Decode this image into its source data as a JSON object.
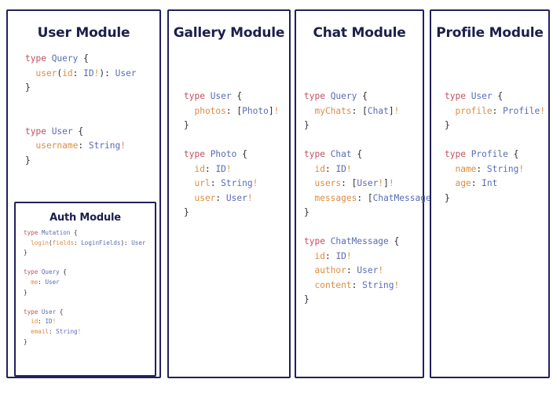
{
  "canvas": {
    "background_color": "#ffffff",
    "border_color": "#22215b",
    "title_color": "#1b1f4b"
  },
  "syntax_colors": {
    "keyword": "#c0505f",
    "type": "#5a6bb5",
    "field": "#dd8c42",
    "punctuation": "#2b2b3a"
  },
  "modules": {
    "user": {
      "title": "User Module",
      "code_lines": [
        [
          {
            "t": "type ",
            "c": "kw"
          },
          {
            "t": "Query",
            "c": "type"
          },
          {
            "t": " {",
            "c": "punc"
          }
        ],
        [
          {
            "t": "  user",
            "c": "field"
          },
          {
            "t": "(",
            "c": "punc"
          },
          {
            "t": "id",
            "c": "field"
          },
          {
            "t": ": ",
            "c": "punc"
          },
          {
            "t": "ID",
            "c": "type"
          },
          {
            "t": "!",
            "c": "bang"
          },
          {
            "t": "): ",
            "c": "punc"
          },
          {
            "t": "User",
            "c": "type"
          }
        ],
        [
          {
            "t": "}",
            "c": "punc"
          }
        ],
        [
          {
            "t": "",
            "c": "punc"
          }
        ],
        [
          {
            "t": "",
            "c": "punc"
          }
        ],
        [
          {
            "t": "type ",
            "c": "kw"
          },
          {
            "t": "User",
            "c": "type"
          },
          {
            "t": " {",
            "c": "punc"
          }
        ],
        [
          {
            "t": "  username",
            "c": "field"
          },
          {
            "t": ": ",
            "c": "punc"
          },
          {
            "t": "String",
            "c": "type"
          },
          {
            "t": "!",
            "c": "bang"
          }
        ],
        [
          {
            "t": "}",
            "c": "punc"
          }
        ]
      ]
    },
    "auth": {
      "title": "Auth Module",
      "code_lines": [
        [
          {
            "t": "type ",
            "c": "kw"
          },
          {
            "t": "Mutation",
            "c": "type"
          },
          {
            "t": " {",
            "c": "punc"
          }
        ],
        [
          {
            "t": "  login",
            "c": "field"
          },
          {
            "t": "(",
            "c": "punc"
          },
          {
            "t": "fields",
            "c": "field"
          },
          {
            "t": ": ",
            "c": "punc"
          },
          {
            "t": "LoginFields",
            "c": "type"
          },
          {
            "t": "): ",
            "c": "punc"
          },
          {
            "t": "User",
            "c": "type"
          }
        ],
        [
          {
            "t": "}",
            "c": "punc"
          }
        ],
        [
          {
            "t": "",
            "c": "punc"
          }
        ],
        [
          {
            "t": "type ",
            "c": "kw"
          },
          {
            "t": "Query",
            "c": "type"
          },
          {
            "t": " {",
            "c": "punc"
          }
        ],
        [
          {
            "t": "  me",
            "c": "field"
          },
          {
            "t": ": ",
            "c": "punc"
          },
          {
            "t": "User",
            "c": "type"
          }
        ],
        [
          {
            "t": "}",
            "c": "punc"
          }
        ],
        [
          {
            "t": "",
            "c": "punc"
          }
        ],
        [
          {
            "t": "type ",
            "c": "kw"
          },
          {
            "t": "User",
            "c": "type"
          },
          {
            "t": " {",
            "c": "punc"
          }
        ],
        [
          {
            "t": "  id",
            "c": "field"
          },
          {
            "t": ": ",
            "c": "punc"
          },
          {
            "t": "ID",
            "c": "type"
          },
          {
            "t": "!",
            "c": "bang"
          }
        ],
        [
          {
            "t": "  email",
            "c": "field"
          },
          {
            "t": ": ",
            "c": "punc"
          },
          {
            "t": "String",
            "c": "type"
          },
          {
            "t": "!",
            "c": "bang"
          }
        ],
        [
          {
            "t": "}",
            "c": "punc"
          }
        ]
      ]
    },
    "gallery": {
      "title": "Gallery Module",
      "code_lines": [
        [
          {
            "t": "type ",
            "c": "kw"
          },
          {
            "t": "User",
            "c": "type"
          },
          {
            "t": " {",
            "c": "punc"
          }
        ],
        [
          {
            "t": "  photos",
            "c": "field"
          },
          {
            "t": ": ",
            "c": "punc"
          },
          {
            "t": "[",
            "c": "punc"
          },
          {
            "t": "Photo",
            "c": "type"
          },
          {
            "t": "]",
            "c": "punc"
          },
          {
            "t": "!",
            "c": "bang"
          }
        ],
        [
          {
            "t": "}",
            "c": "punc"
          }
        ],
        [
          {
            "t": "",
            "c": "punc"
          }
        ],
        [
          {
            "t": "type ",
            "c": "kw"
          },
          {
            "t": "Photo",
            "c": "type"
          },
          {
            "t": " {",
            "c": "punc"
          }
        ],
        [
          {
            "t": "  id",
            "c": "field"
          },
          {
            "t": ": ",
            "c": "punc"
          },
          {
            "t": "ID",
            "c": "type"
          },
          {
            "t": "!",
            "c": "bang"
          }
        ],
        [
          {
            "t": "  url",
            "c": "field"
          },
          {
            "t": ": ",
            "c": "punc"
          },
          {
            "t": "String",
            "c": "type"
          },
          {
            "t": "!",
            "c": "bang"
          }
        ],
        [
          {
            "t": "  user",
            "c": "field"
          },
          {
            "t": ": ",
            "c": "punc"
          },
          {
            "t": "User",
            "c": "type"
          },
          {
            "t": "!",
            "c": "bang"
          }
        ],
        [
          {
            "t": "}",
            "c": "punc"
          }
        ]
      ]
    },
    "chat": {
      "title": "Chat Module",
      "code_lines": [
        [
          {
            "t": "type ",
            "c": "kw"
          },
          {
            "t": "Query",
            "c": "type"
          },
          {
            "t": " {",
            "c": "punc"
          }
        ],
        [
          {
            "t": "  myChats",
            "c": "field"
          },
          {
            "t": ": ",
            "c": "punc"
          },
          {
            "t": "[",
            "c": "punc"
          },
          {
            "t": "Chat",
            "c": "type"
          },
          {
            "t": "]",
            "c": "punc"
          },
          {
            "t": "!",
            "c": "bang"
          }
        ],
        [
          {
            "t": "}",
            "c": "punc"
          }
        ],
        [
          {
            "t": "",
            "c": "punc"
          }
        ],
        [
          {
            "t": "type ",
            "c": "kw"
          },
          {
            "t": "Chat",
            "c": "type"
          },
          {
            "t": " {",
            "c": "punc"
          }
        ],
        [
          {
            "t": "  id",
            "c": "field"
          },
          {
            "t": ": ",
            "c": "punc"
          },
          {
            "t": "ID",
            "c": "type"
          },
          {
            "t": "!",
            "c": "bang"
          }
        ],
        [
          {
            "t": "  users",
            "c": "field"
          },
          {
            "t": ": ",
            "c": "punc"
          },
          {
            "t": "[",
            "c": "punc"
          },
          {
            "t": "User",
            "c": "type"
          },
          {
            "t": "!",
            "c": "bang"
          },
          {
            "t": "]",
            "c": "punc"
          },
          {
            "t": "!",
            "c": "bang"
          }
        ],
        [
          {
            "t": "  messages",
            "c": "field"
          },
          {
            "t": ": ",
            "c": "punc"
          },
          {
            "t": "[",
            "c": "punc"
          },
          {
            "t": "ChatMessage",
            "c": "type"
          },
          {
            "t": "]",
            "c": "punc"
          },
          {
            "t": "!",
            "c": "bang"
          }
        ],
        [
          {
            "t": "}",
            "c": "punc"
          }
        ],
        [
          {
            "t": "",
            "c": "punc"
          }
        ],
        [
          {
            "t": "type ",
            "c": "kw"
          },
          {
            "t": "ChatMessage",
            "c": "type"
          },
          {
            "t": " {",
            "c": "punc"
          }
        ],
        [
          {
            "t": "  id",
            "c": "field"
          },
          {
            "t": ": ",
            "c": "punc"
          },
          {
            "t": "ID",
            "c": "type"
          },
          {
            "t": "!",
            "c": "bang"
          }
        ],
        [
          {
            "t": "  author",
            "c": "field"
          },
          {
            "t": ": ",
            "c": "punc"
          },
          {
            "t": "User",
            "c": "type"
          },
          {
            "t": "!",
            "c": "bang"
          }
        ],
        [
          {
            "t": "  content",
            "c": "field"
          },
          {
            "t": ": ",
            "c": "punc"
          },
          {
            "t": "String",
            "c": "type"
          },
          {
            "t": "!",
            "c": "bang"
          }
        ],
        [
          {
            "t": "}",
            "c": "punc"
          }
        ]
      ]
    },
    "profile": {
      "title": "Profile Module",
      "code_lines": [
        [
          {
            "t": "type ",
            "c": "kw"
          },
          {
            "t": "User",
            "c": "type"
          },
          {
            "t": " {",
            "c": "punc"
          }
        ],
        [
          {
            "t": "  profile",
            "c": "field"
          },
          {
            "t": ": ",
            "c": "punc"
          },
          {
            "t": "Profile",
            "c": "type"
          },
          {
            "t": "!",
            "c": "bang"
          }
        ],
        [
          {
            "t": "}",
            "c": "punc"
          }
        ],
        [
          {
            "t": "",
            "c": "punc"
          }
        ],
        [
          {
            "t": "type ",
            "c": "kw"
          },
          {
            "t": "Profile",
            "c": "type"
          },
          {
            "t": " {",
            "c": "punc"
          }
        ],
        [
          {
            "t": "  name",
            "c": "field"
          },
          {
            "t": ": ",
            "c": "punc"
          },
          {
            "t": "String",
            "c": "type"
          },
          {
            "t": "!",
            "c": "bang"
          }
        ],
        [
          {
            "t": "  age",
            "c": "field"
          },
          {
            "t": ": ",
            "c": "punc"
          },
          {
            "t": "Int",
            "c": "type"
          }
        ],
        [
          {
            "t": "}",
            "c": "punc"
          }
        ]
      ]
    }
  }
}
